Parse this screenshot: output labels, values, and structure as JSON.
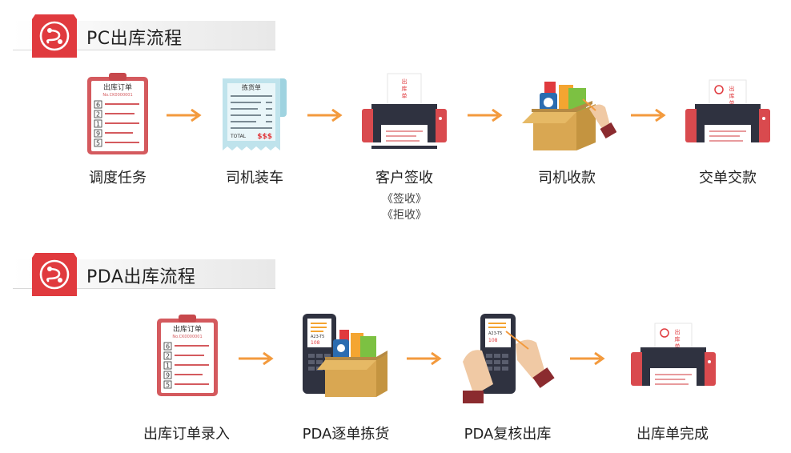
{
  "pc_section": {
    "title": "PC出库流程",
    "steps": [
      {
        "label": "调度任务"
      },
      {
        "label": "司机装车"
      },
      {
        "label": "客户签收",
        "sub": [
          "《签收》",
          "《拒收》"
        ]
      },
      {
        "label": "司机收款"
      },
      {
        "label": "交单交款"
      }
    ]
  },
  "pda_section": {
    "title": "PDA出库流程",
    "steps": [
      {
        "label": "出库订单录入"
      },
      {
        "label": "PDA逐单拣货"
      },
      {
        "label": "PDA复核出库"
      },
      {
        "label": "出库单完成"
      }
    ]
  },
  "clipboard": {
    "title": "出库订单",
    "number": "No.CK0000001",
    "rows": [
      "6",
      "2",
      "1",
      "9",
      "5"
    ]
  },
  "receipt": {
    "title": "拣货单",
    "total_label": "TOTAL",
    "total_value": "$$$"
  },
  "printer_paper": {
    "chars": [
      "出",
      "库",
      "单"
    ]
  },
  "pda_screen": {
    "code": "A23-T5",
    "num": "108"
  },
  "colors": {
    "accent": "#e03a3e",
    "arrow": "#f39a3d",
    "dark": "#2f3240"
  }
}
